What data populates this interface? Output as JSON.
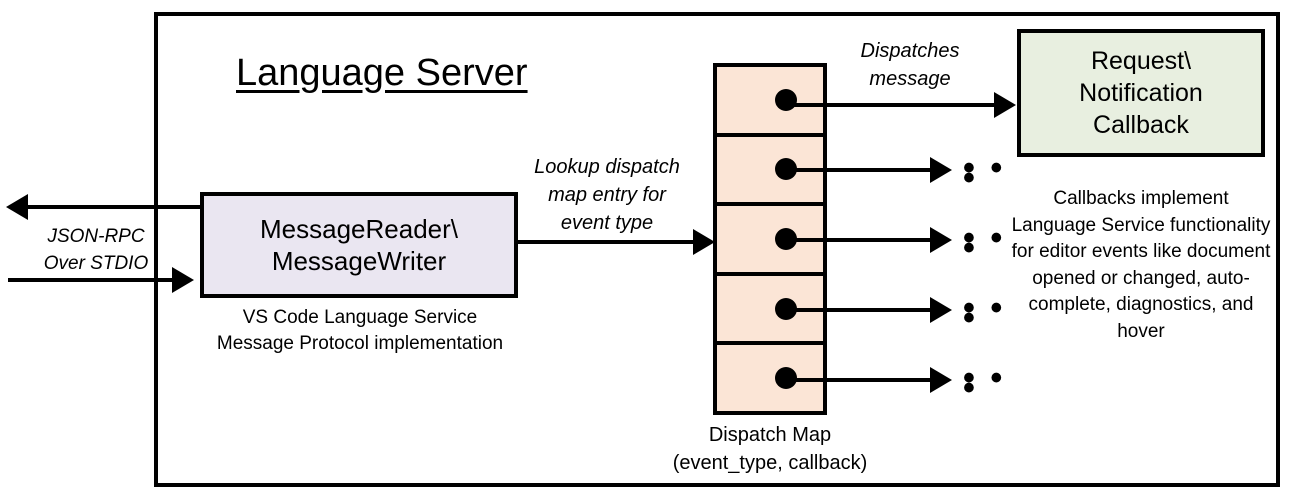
{
  "diagram": {
    "title": "Language Server",
    "frame_label": "Language Server"
  },
  "external_io": {
    "label_line1": "JSON-RPC",
    "label_line2": "Over STDIO",
    "outbound_arrow": "arrow-left",
    "inbound_arrow": "arrow-right"
  },
  "reader_writer": {
    "line1": "MessageReader\\",
    "line2": "MessageWriter",
    "caption_line1": "VS Code Language Service",
    "caption_line2": "Message Protocol implementation",
    "fill": "#EAE6F1"
  },
  "lookup": {
    "line1": "Lookup dispatch",
    "line2": "map entry for",
    "line3": "event type"
  },
  "dispatch_map": {
    "caption_line1": "Dispatch Map",
    "caption_line2": "(event_type, callback)",
    "fill": "#FBE5D6",
    "row_count": 5,
    "rows": [
      {
        "index": 1,
        "dot": "filled-dot",
        "target": "callback-box"
      },
      {
        "index": 2,
        "dot": "filled-dot",
        "target": "ellipsis"
      },
      {
        "index": 3,
        "dot": "filled-dot",
        "target": "ellipsis"
      },
      {
        "index": 4,
        "dot": "filled-dot",
        "target": "ellipsis"
      },
      {
        "index": 5,
        "dot": "filled-dot",
        "target": "ellipsis"
      }
    ],
    "ellipsis_glyph": "• • •"
  },
  "dispatches": {
    "line1": "Dispatches",
    "line2": "message"
  },
  "callback": {
    "line1": "Request\\",
    "line2": "Notification",
    "line3": "Callback",
    "fill": "#E8EFE0",
    "caption": "Callbacks implement Language Service functionality for editor events like document opened or changed, auto-complete, diagnostics, and hover"
  },
  "colors": {
    "stroke": "#000000",
    "background": "#FFFFFF"
  }
}
